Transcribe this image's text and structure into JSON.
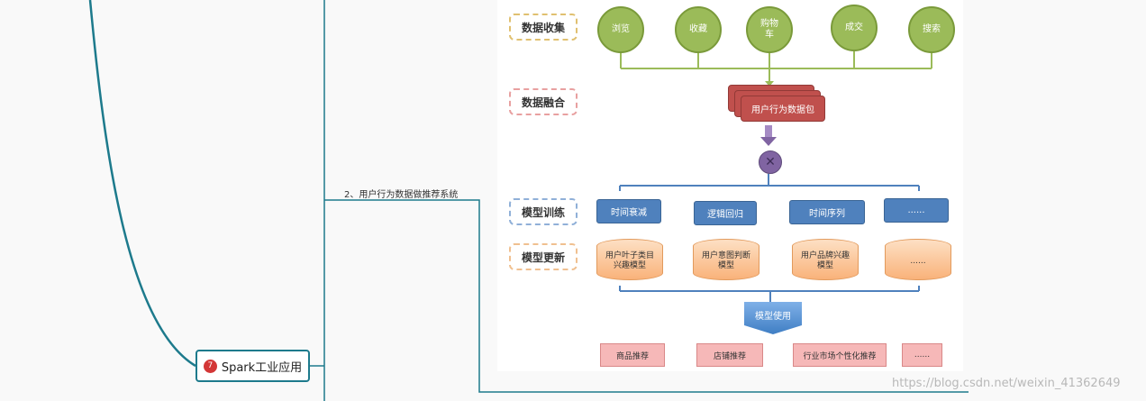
{
  "mindmap": {
    "node": {
      "number": "7",
      "label": "Spark工业应用"
    },
    "branch_label": "2、用户行为数据做推荐系统"
  },
  "diagram": {
    "stages": [
      "数据收集",
      "数据融合",
      "模型训练",
      "模型更新"
    ],
    "behaviors": [
      "浏览",
      "收藏",
      "购物\n车",
      "成交",
      "搜索"
    ],
    "packet": "用户行为数据包",
    "algorithms": [
      "时间衰减",
      "逻辑回归",
      "时间序列",
      "......"
    ],
    "models": [
      "用户叶子类目\n兴趣模型",
      "用户意图判断\n模型",
      "用户品牌兴趣\n模型",
      "......"
    ],
    "model_use": "模型使用",
    "recommendations": [
      "商品推荐",
      "店铺推荐",
      "行业市场个性化推荐",
      "......"
    ],
    "merge_symbol": "✕"
  },
  "watermark": "https://blog.csdn.net/weixin_41362649",
  "colors": {
    "mindmap_line": "#1d7a8c",
    "node_badge": "#d33636",
    "behavior_green": "#9bbb59",
    "packet_red": "#c0504d",
    "algo_blue": "#4f81bd",
    "model_orange": "#f9b27a",
    "rec_pink": "#f6b8b8"
  }
}
